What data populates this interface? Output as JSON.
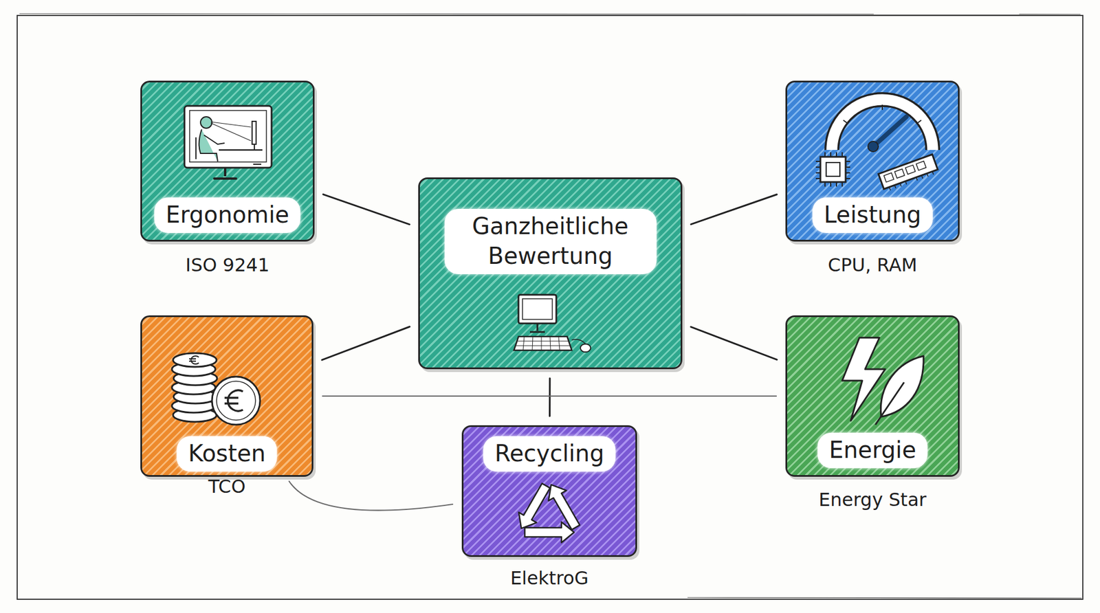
{
  "diagram": {
    "nodes": [
      {
        "text": [
          "Ergonomie",
          "ISO 9241"
        ]
      },
      {
        "text": [
          "Ganzheitliche Bewertung"
        ]
      },
      {
        "text": [
          "Leistung",
          "CPU, RAM"
        ]
      },
      {
        "text": [
          "Kosten",
          "TCO"
        ]
      },
      {
        "text": [
          "Recycling",
          "ElektroG"
        ]
      },
      {
        "text": [
          "Energie",
          "Energy Star"
        ]
      }
    ],
    "edges": [
      {
        "from": 0,
        "to": 1,
        "arrow": "none"
      },
      {
        "from": 2,
        "to": 1,
        "arrow": "none"
      },
      {
        "from": 3,
        "to": 1,
        "arrow": "none"
      },
      {
        "from": 5,
        "to": 1,
        "arrow": "none"
      },
      {
        "from": 1,
        "to": 4,
        "arrow": "none"
      },
      {
        "from": 3,
        "to": 5,
        "arrow": "none"
      },
      {
        "from": 3,
        "to": 4,
        "arrow": "none"
      }
    ]
  }
}
